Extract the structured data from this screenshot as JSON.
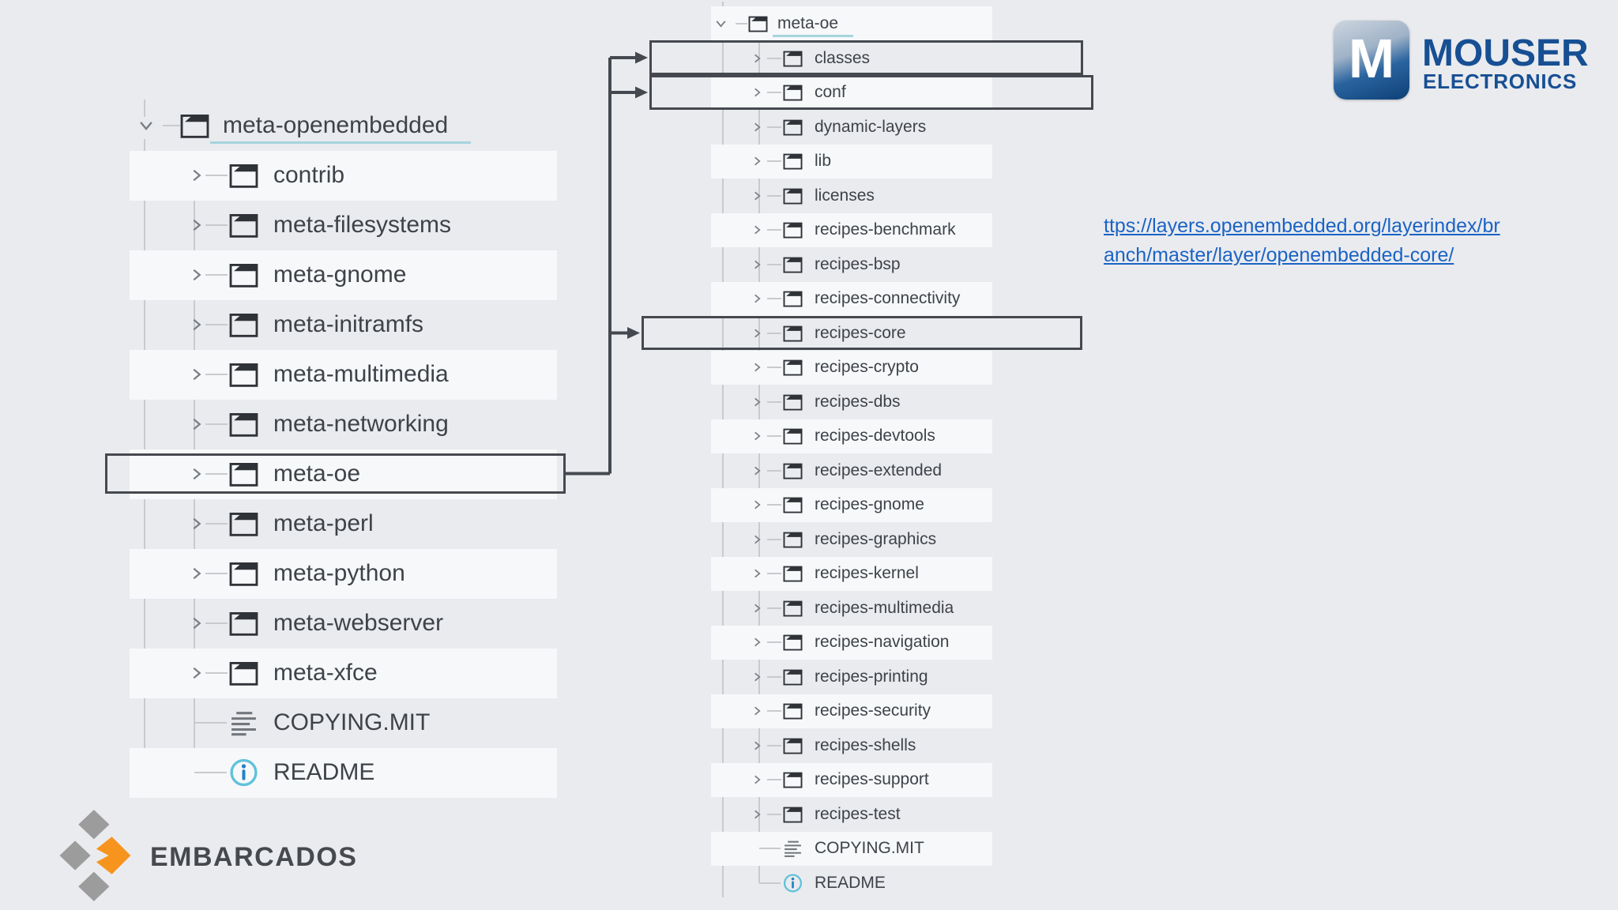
{
  "page": {
    "background": "#EAEBEF"
  },
  "colors": {
    "stripe_white": "#F7F8FA",
    "stripe_gray": "#E7E8EC",
    "tree_text": "#3E4349",
    "guide_line": "#C8CACE",
    "chevron": "#7A7F85",
    "folder_icon": "#2F3338",
    "highlight_border": "#45494F",
    "root_underline": "#A6D4DD",
    "link_blue": "#1A63C5",
    "mouser_navy": "#174F93",
    "embarcados_gray": "#9C9C9C",
    "embarcados_orange": "#F7941E",
    "embarcados_text": "#46494D",
    "info_icon_ring": "#5FC2DA",
    "info_icon_glyph": "#2181C9",
    "text_file_icon": "#72777D"
  },
  "left_tree": {
    "root": {
      "label": "meta-openembedded",
      "icon": "folder",
      "expanded": true
    },
    "items": [
      {
        "label": "contrib",
        "icon": "folder"
      },
      {
        "label": "meta-filesystems",
        "icon": "folder"
      },
      {
        "label": "meta-gnome",
        "icon": "folder"
      },
      {
        "label": "meta-initramfs",
        "icon": "folder"
      },
      {
        "label": "meta-multimedia",
        "icon": "folder"
      },
      {
        "label": "meta-networking",
        "icon": "folder"
      },
      {
        "label": "meta-oe",
        "icon": "folder",
        "highlighted": true
      },
      {
        "label": "meta-perl",
        "icon": "folder"
      },
      {
        "label": "meta-python",
        "icon": "folder"
      },
      {
        "label": "meta-webserver",
        "icon": "folder"
      },
      {
        "label": "meta-xfce",
        "icon": "folder"
      },
      {
        "label": "COPYING.MIT",
        "icon": "text-file"
      },
      {
        "label": "README",
        "icon": "info-file"
      }
    ]
  },
  "right_tree": {
    "root": {
      "label": "meta-oe",
      "icon": "folder",
      "expanded": true
    },
    "items": [
      {
        "label": "classes",
        "icon": "folder",
        "highlighted": true
      },
      {
        "label": "conf",
        "icon": "folder",
        "highlighted": true
      },
      {
        "label": "dynamic-layers",
        "icon": "folder"
      },
      {
        "label": "lib",
        "icon": "folder"
      },
      {
        "label": "licenses",
        "icon": "folder"
      },
      {
        "label": "recipes-benchmark",
        "icon": "folder"
      },
      {
        "label": "recipes-bsp",
        "icon": "folder"
      },
      {
        "label": "recipes-connectivity",
        "icon": "folder"
      },
      {
        "label": "recipes-core",
        "icon": "folder",
        "highlighted": true
      },
      {
        "label": "recipes-crypto",
        "icon": "folder"
      },
      {
        "label": "recipes-dbs",
        "icon": "folder"
      },
      {
        "label": "recipes-devtools",
        "icon": "folder"
      },
      {
        "label": "recipes-extended",
        "icon": "folder"
      },
      {
        "label": "recipes-gnome",
        "icon": "folder"
      },
      {
        "label": "recipes-graphics",
        "icon": "folder"
      },
      {
        "label": "recipes-kernel",
        "icon": "folder"
      },
      {
        "label": "recipes-multimedia",
        "icon": "folder"
      },
      {
        "label": "recipes-navigation",
        "icon": "folder"
      },
      {
        "label": "recipes-printing",
        "icon": "folder"
      },
      {
        "label": "recipes-security",
        "icon": "folder"
      },
      {
        "label": "recipes-shells",
        "icon": "folder"
      },
      {
        "label": "recipes-support",
        "icon": "folder"
      },
      {
        "label": "recipes-test",
        "icon": "folder"
      },
      {
        "label": "COPYING.MIT",
        "icon": "text-file"
      },
      {
        "label": "README",
        "icon": "info-file"
      }
    ]
  },
  "link": {
    "line1": "ttps://layers.openembedded.org/layerindex/br",
    "line2": "anch/master/layer/openembedded-core/"
  },
  "mouser_logo": {
    "monogram": "M",
    "name": "MOUSER",
    "subtitle": "ELECTRONICS"
  },
  "embarcados_logo": {
    "text": "EMBARCADOS"
  }
}
